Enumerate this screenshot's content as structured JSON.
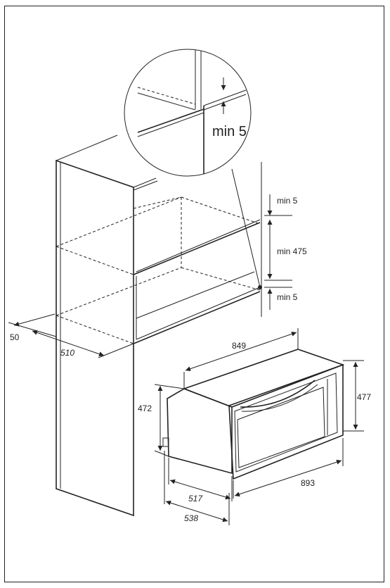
{
  "cabinet_dims": {
    "min5_top": "min 5",
    "min475": "min 475",
    "min5_bottom": "min 5",
    "side_50": "50",
    "depth_510": "510"
  },
  "detail_label": "min 5",
  "oven_dims": {
    "width_849": "849",
    "height_472": "472",
    "height_477": "477",
    "depth_517": "517",
    "depth_538": "538",
    "width_893": "893"
  },
  "colors": {
    "line": "#222222",
    "background": "#ffffff"
  }
}
